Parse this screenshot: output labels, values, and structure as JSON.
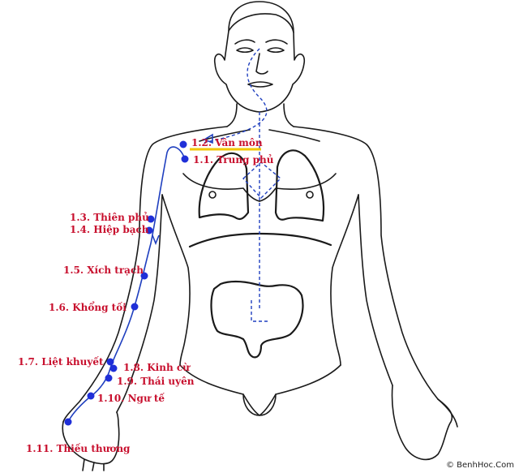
{
  "diagram": {
    "points": [
      {
        "id": "p1",
        "label": "1.1. Trung phủ"
      },
      {
        "id": "p2",
        "label": "1.2. Vân môn"
      },
      {
        "id": "p3",
        "label": "1.3. Thiên phủ"
      },
      {
        "id": "p4",
        "label": "1.4. Hiệp bạch"
      },
      {
        "id": "p5",
        "label": "1.5. Xích trạch"
      },
      {
        "id": "p6",
        "label": "1.6. Khổng tối"
      },
      {
        "id": "p7",
        "label": "1.7. Liệt khuyết"
      },
      {
        "id": "p8",
        "label": "1.8. Kinh cừ"
      },
      {
        "id": "p9",
        "label": "1.9. Thái uyên"
      },
      {
        "id": "p10",
        "label": "1.10. Ngư tế"
      },
      {
        "id": "p11",
        "label": "1.11. Thiếu thương"
      }
    ],
    "credit": "© BenhHoc.Com",
    "colors": {
      "label": "#c8102e",
      "meridian": "#1f3fbf",
      "outline": "#1a1a1a",
      "highlight": "#f2c500"
    }
  }
}
